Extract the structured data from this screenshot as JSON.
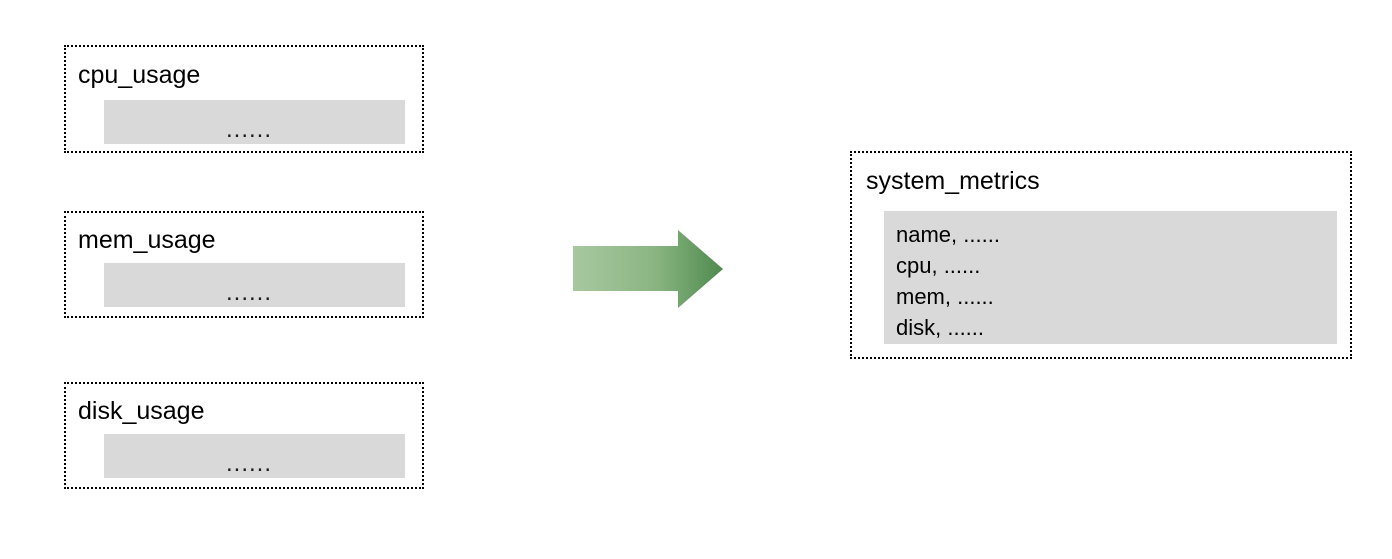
{
  "diagram": {
    "type": "data-consolidation-flow",
    "sources": [
      {
        "title": "cpu_usage",
        "body": "......"
      },
      {
        "title": "mem_usage",
        "body": "......"
      },
      {
        "title": "disk_usage",
        "body": "......"
      }
    ],
    "arrow": {
      "direction": "right",
      "gradient_from": "#a8c8a0",
      "gradient_to": "#4e8a4e"
    },
    "target": {
      "title": "system_metrics",
      "rows": [
        "name, ......",
        "cpu, ......",
        "mem, ......",
        "disk, ......"
      ]
    },
    "colors": {
      "panel_fill": "#d9d9d9",
      "border": "#000000",
      "background": "#ffffff",
      "text": "#000000"
    }
  }
}
